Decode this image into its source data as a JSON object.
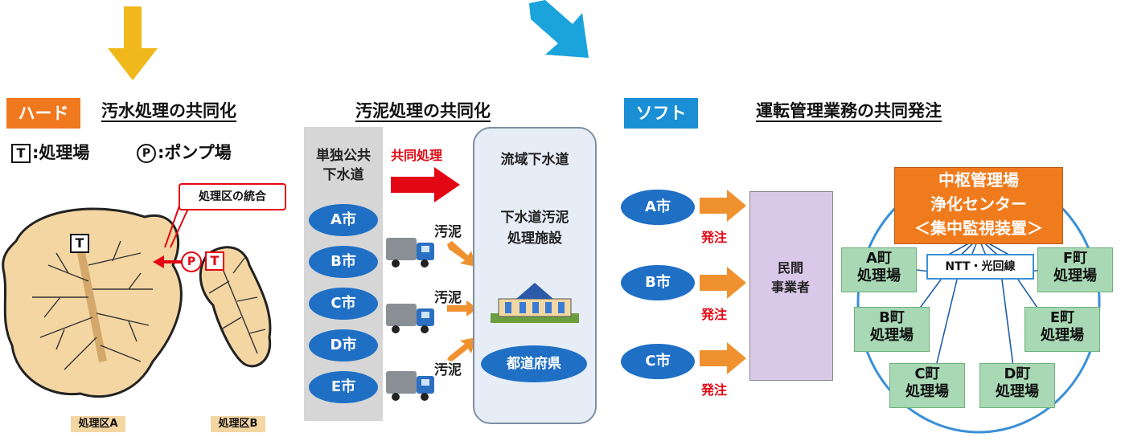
{
  "hard": {
    "tag": "ハード",
    "title": "汚水処理の共同化",
    "legend_t_symbol": "T",
    "legend_t_text": ":処理場",
    "legend_p_symbol": "P",
    "legend_p_text": ":ポンプ場",
    "callout": "処理区の統合",
    "map_t1": "T",
    "map_t2": "T",
    "map_p": "P",
    "area_a": "処理区A",
    "area_b": "処理区B"
  },
  "sludge": {
    "title": "汚泥処理の共同化",
    "left_header_1": "単独公共",
    "left_header_2": "下水道",
    "cities": [
      "A市",
      "B市",
      "C市",
      "D市",
      "E市"
    ],
    "joint_label": "共同処理",
    "sludge_label": "汚泥",
    "right_header": "流域下水道",
    "facility_1": "下水道汚泥",
    "facility_2": "処理施設",
    "prefecture": "都道府県"
  },
  "soft": {
    "tag": "ソフト",
    "title": "運転管理業務の共同発注",
    "cities": [
      "A市",
      "B市",
      "C市"
    ],
    "order_label": "発注",
    "contractor_1": "民間",
    "contractor_2": "事業者",
    "center_1": "中枢管理場",
    "center_2": "浄化センター",
    "center_3": "＜集中監視装置＞",
    "network": "NTT・光回線",
    "plants": [
      {
        "name": "A町",
        "sub": "処理場"
      },
      {
        "name": "F町",
        "sub": "処理場"
      },
      {
        "name": "B町",
        "sub": "処理場"
      },
      {
        "name": "E町",
        "sub": "処理場"
      },
      {
        "name": "C町",
        "sub": "処理場"
      },
      {
        "name": "D町",
        "sub": "処理場"
      }
    ]
  },
  "colors": {
    "yellow_arrow": "#f0b81b",
    "blue_arrow": "#1ba3dc",
    "hard_tag": "#f0781e",
    "soft_tag": "#1a8fd6",
    "city_blue": "#1f6fc5",
    "red_arrow": "#e30613",
    "orange_arrow": "#f0912f",
    "contractor": "#d9c8e8",
    "center": "#f07b1d",
    "plant_green": "#a8d8b4"
  }
}
